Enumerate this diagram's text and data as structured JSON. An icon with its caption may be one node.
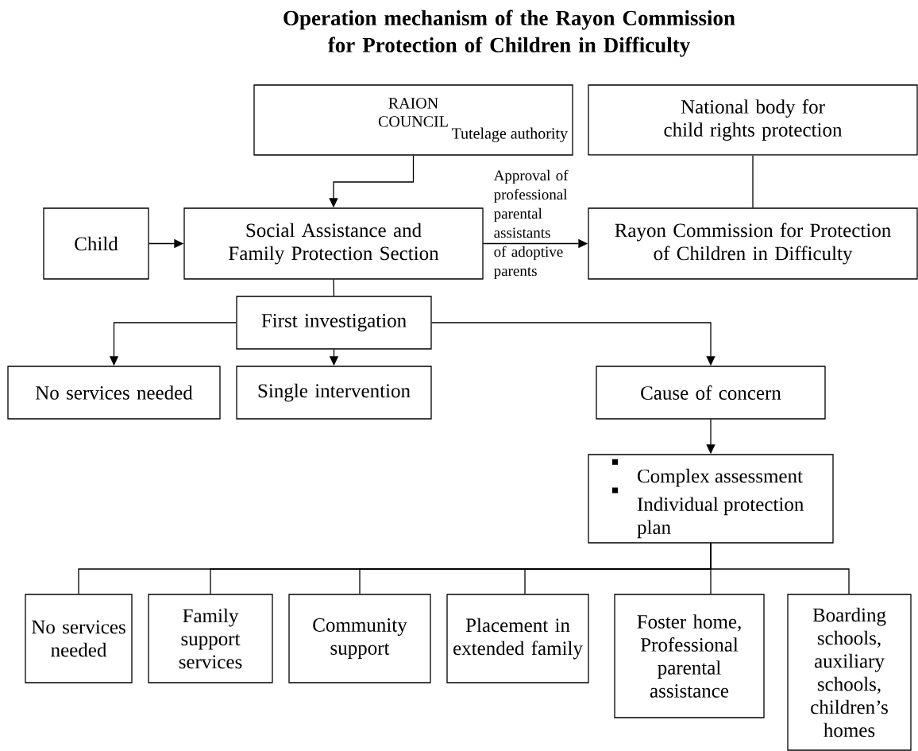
{
  "diagram": {
    "title": "Operation mechanism of the Rayon Commission for Protection of Children in Difficulty",
    "nodes": [
      {
        "text": [
          "RAION COUNCIL",
          "Tutelage authority"
        ]
      },
      {
        "text": [
          "National body for child rights protection"
        ]
      },
      {
        "text": [
          "Child"
        ]
      },
      {
        "text": [
          "Social Assistance and Family Protection Section"
        ]
      },
      {
        "text": [
          "Rayon Commission for Protection of Children in Difficulty"
        ]
      },
      {
        "text": [
          "First investigation"
        ]
      },
      {
        "text": [
          "No services needed"
        ]
      },
      {
        "text": [
          "Single intervention"
        ]
      },
      {
        "text": [
          "Cause of concern"
        ]
      },
      {
        "text": [
          "Complex assessment",
          "Individual protection plan"
        ]
      },
      {
        "text": [
          "No services needed"
        ]
      },
      {
        "text": [
          "Family support services"
        ]
      },
      {
        "text": [
          "Community support"
        ]
      },
      {
        "text": [
          "Placement in extended family"
        ]
      },
      {
        "text": [
          "Foster home, Professional parental assistance"
        ]
      },
      {
        "text": [
          "Boarding schools, auxiliary schools, children’s homes"
        ]
      }
    ],
    "edges": [
      {
        "from": 0,
        "to": 3,
        "arrow": "to"
      },
      {
        "from": 1,
        "to": 4,
        "arrow": "none"
      },
      {
        "from": 2,
        "to": 3,
        "arrow": "to"
      },
      {
        "from": 3,
        "to": 4,
        "arrow": "to",
        "label": "Approval of professional parental assistants of adoptive parents"
      },
      {
        "from": 3,
        "to": 5,
        "arrow": "none"
      },
      {
        "from": 5,
        "to": 6,
        "arrow": "to"
      },
      {
        "from": 5,
        "to": 7,
        "arrow": "to"
      },
      {
        "from": 5,
        "to": 8,
        "arrow": "to"
      },
      {
        "from": 8,
        "to": 9,
        "arrow": "to"
      },
      {
        "from": 9,
        "to": 10,
        "arrow": "none"
      },
      {
        "from": 9,
        "to": 11,
        "arrow": "none"
      },
      {
        "from": 9,
        "to": 12,
        "arrow": "none"
      },
      {
        "from": 9,
        "to": 13,
        "arrow": "none"
      },
      {
        "from": 9,
        "to": 14,
        "arrow": "none"
      },
      {
        "from": 9,
        "to": 15,
        "arrow": "none"
      }
    ]
  }
}
